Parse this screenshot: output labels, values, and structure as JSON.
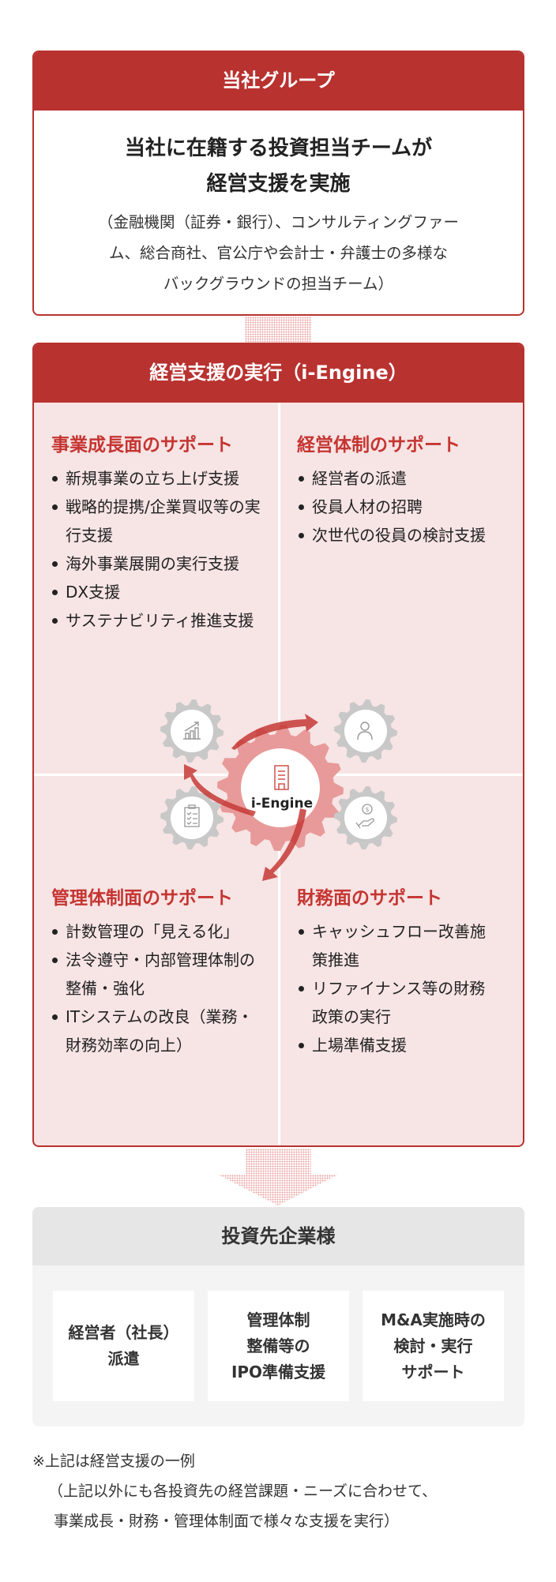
{
  "group": {
    "header": "当社グループ",
    "title_lines": [
      "当社に在籍する投資担当チームが",
      "経営支援を実施"
    ],
    "desc_lines": [
      "（金融機関（証券・銀行）、コンサルティングファー",
      "ム、総合商社、官公庁や会計士・弁護士の多様な",
      "バックグラウンドの担当チーム）"
    ]
  },
  "engine": {
    "header": "経営支援の実行（i-Engine）",
    "center_label": "i-Engine",
    "quadrants": [
      {
        "title": "事業成長面のサポート",
        "items": [
          "新規事業の立ち上げ支援",
          "戦略的提携/企業買収等の実行支援",
          "海外事業展開の実行支援",
          "DX支援",
          "サステナビリティ推進支援"
        ]
      },
      {
        "title": "経営体制のサポート",
        "items": [
          "経営者の派遣",
          "役員人材の招聘",
          "次世代の役員の検討支援"
        ]
      },
      {
        "title": "管理体制面のサポート",
        "items": [
          "計数管理の「見える化」",
          "法令遵守・内部管理体制の整備・強化",
          "ITシステムの改良（業務・財務効率の向上）"
        ]
      },
      {
        "title": "財務面のサポート",
        "items": [
          "キャッシュフロー改善施策推進",
          "リファイナンス等の財務政策の実行",
          "上場準備支援"
        ]
      }
    ],
    "gear_icons": [
      "chart-growth-icon",
      "person-icon",
      "clipboard-checklist-icon",
      "hand-money-icon",
      "building-icon"
    ]
  },
  "portfolio": {
    "header": "投資先企業様",
    "cards": [
      "経営者（社長）\n派遣",
      "管理体制\n整備等の\nIPO準備支援",
      "M&A実施時の\n検討・実行\nサポート"
    ]
  },
  "note": {
    "line1": "※上記は経営支援の一例",
    "line2": "（上記以外にも各投資先の経営課題・ニーズに合わせて、",
    "line3": "事業成長・財務・管理体制面で様々な支援を実行）"
  },
  "colors": {
    "accent": "#b83230",
    "pink_bg": "#f7e4e4",
    "gray_header": "#e6e6e6",
    "gray_body": "#f4f4f4"
  }
}
